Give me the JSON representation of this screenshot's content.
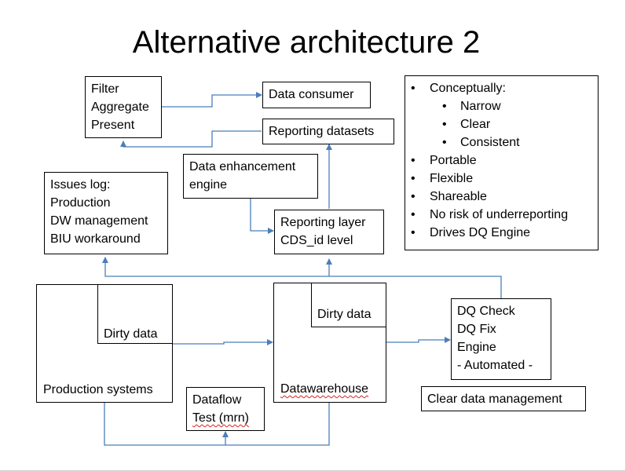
{
  "title": "Alternative architecture 2",
  "boxes": {
    "filter": [
      "Filter",
      "Aggregate",
      "Present"
    ],
    "data_consumer": "Data consumer",
    "reporting_datasets": "Reporting datasets",
    "enhancement": [
      "Data enhancement",
      "engine"
    ],
    "issues_log": [
      "Issues log:",
      "Production",
      "DW management",
      "BIU workaround"
    ],
    "reporting_layer": [
      "Reporting layer",
      "CDS_id level"
    ],
    "production_systems": "Production systems",
    "dirty_data_left": "Dirty data",
    "datawarehouse": "Datawarehouse",
    "dirty_data_right": "Dirty data",
    "dataflow": [
      "Dataflow",
      "Test (mrn)"
    ],
    "dq_engine": [
      "DQ Check",
      "DQ Fix",
      "Engine",
      "- Automated -"
    ],
    "clear_data": "Clear data management"
  },
  "benefits": {
    "bullet": "•",
    "items": [
      {
        "text": "Conceptually:",
        "level": 1
      },
      {
        "text": "Narrow",
        "level": 2
      },
      {
        "text": "Clear",
        "level": 2
      },
      {
        "text": "Consistent",
        "level": 2
      },
      {
        "text": "Portable",
        "level": 1
      },
      {
        "text": "Flexible",
        "level": 1
      },
      {
        "text": "Shareable",
        "level": 1
      },
      {
        "text": "No risk of underreporting",
        "level": 1
      },
      {
        "text": "Drives DQ Engine",
        "level": 1
      }
    ]
  },
  "colors": {
    "connector": "#4a7ebb",
    "border": "#000000",
    "spellcheck": "#e02020"
  }
}
